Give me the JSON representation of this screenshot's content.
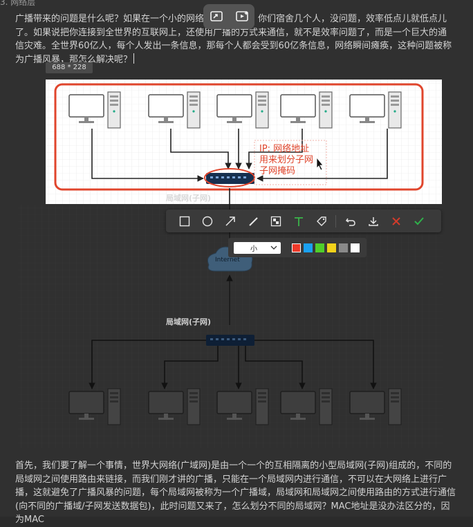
{
  "heading": "3. 网络层",
  "paragraph1": "广播带来的问题是什么呢？如果在一个小的网络中，比方说，你们宿舍几个人，没问题，效率低点儿就低点儿了。如果说把你连接到全世界的互联网上，还使用广播的方式来通信，就不是效率问题了，而是一个巨大的通信灾难。全世界60亿人，每个人发出一条信息，那每个人都会受到60亿条信息，网络瞬间瘫痪，这种问题被称为广播风暴，那怎么解决呢？",
  "size_tip": "688 * 228",
  "diagram": {
    "annotation_lines": [
      "IP: 网络地址",
      "用来划分子网",
      "子网掩码"
    ],
    "lan_label_top": "局域网(子网)",
    "lan_label_bottom": "局域网(子网)",
    "cloud_label": "Internet"
  },
  "toolbar": {
    "tools": [
      "rectangle-icon",
      "ellipse-icon",
      "arrow-icon",
      "pen-icon",
      "mosaic-icon",
      "text-icon",
      "tag-icon",
      "undo-icon",
      "download-icon",
      "cancel-icon",
      "confirm-icon"
    ]
  },
  "subbar": {
    "size_value": "小",
    "colors": [
      "#ee3a2a",
      "#1aa1f2",
      "#4fcf2a",
      "#f3d21a",
      "#8a8a8a",
      "#ffffff"
    ]
  },
  "paragraph2": "首先，我们要了解一个事情，世界大网络(广域网)是由一个一个的互相隔离的小型局域网(子网)组成的，不同的局域网之间使用路由来链接，而我们刚才讲的广播，只能在一个局域网内进行通信，不可以在大网络上进行广播，这就避免了广播风暴的问题，每个局域网被称为一个广播域，局域网和局域网之间使用路由的方式进行通信(向不同的广播域/子网发送数据包)，此时问题又来了，怎么划分不同的局域网？MAC地址是没办法区分的，因为MAC"
}
